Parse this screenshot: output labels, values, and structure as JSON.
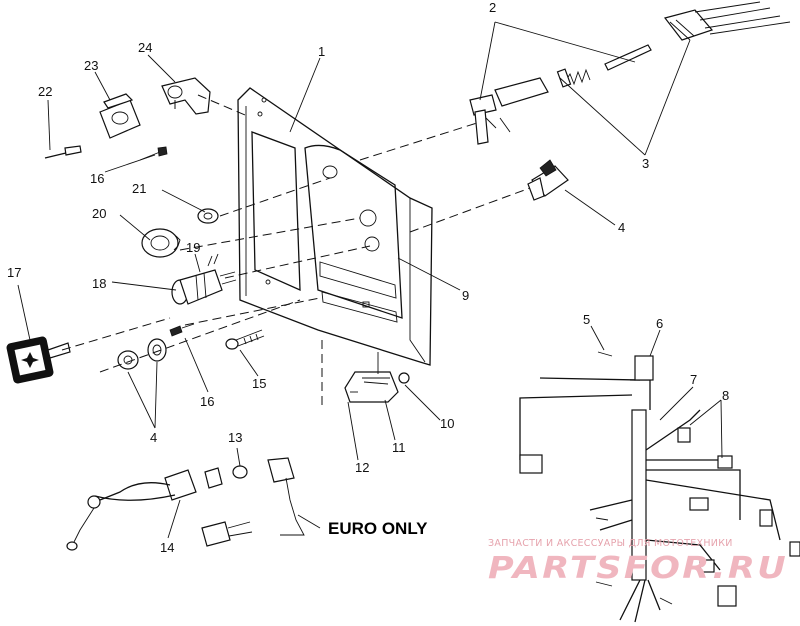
{
  "callouts": [
    {
      "id": "c1",
      "label": "1"
    },
    {
      "id": "c2",
      "label": "2"
    },
    {
      "id": "c3",
      "label": "3"
    },
    {
      "id": "c4a",
      "label": "4"
    },
    {
      "id": "c4b",
      "label": "4"
    },
    {
      "id": "c5",
      "label": "5"
    },
    {
      "id": "c6",
      "label": "6"
    },
    {
      "id": "c7",
      "label": "7"
    },
    {
      "id": "c8",
      "label": "8"
    },
    {
      "id": "c9",
      "label": "9"
    },
    {
      "id": "c10",
      "label": "10"
    },
    {
      "id": "c11",
      "label": "11"
    },
    {
      "id": "c12",
      "label": "12"
    },
    {
      "id": "c13",
      "label": "13"
    },
    {
      "id": "c14",
      "label": "14"
    },
    {
      "id": "c15",
      "label": "15"
    },
    {
      "id": "c16a",
      "label": "16"
    },
    {
      "id": "c16b",
      "label": "16"
    },
    {
      "id": "c17",
      "label": "17"
    },
    {
      "id": "c18",
      "label": "18"
    },
    {
      "id": "c19",
      "label": "19"
    },
    {
      "id": "c20",
      "label": "20"
    },
    {
      "id": "c21",
      "label": "21"
    },
    {
      "id": "c22",
      "label": "22"
    },
    {
      "id": "c23",
      "label": "23"
    },
    {
      "id": "c24",
      "label": "24"
    }
  ],
  "euro_only": "EURO ONLY",
  "watermark": {
    "tagline": "ЗАПЧАСТИ И АКСЕССУАРЫ ДЛЯ МОТОТЕХНИКИ",
    "logo": "PARTSFOR.RU",
    "color": "#f0b6bf"
  }
}
